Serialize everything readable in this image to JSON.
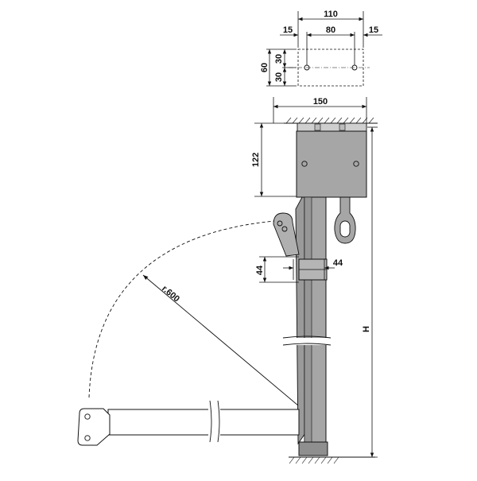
{
  "drawing": {
    "plate": {
      "width": "110",
      "left_margin": "15",
      "hole_spacing": "80",
      "right_margin": "15",
      "height": "60",
      "upper_half": "30",
      "lower_half": "30"
    },
    "housing": {
      "width": "150",
      "height": "122"
    },
    "clamp": {
      "height": "44",
      "width": "44"
    },
    "arm": {
      "radius": "r.600"
    },
    "overall": {
      "height": "H"
    }
  }
}
